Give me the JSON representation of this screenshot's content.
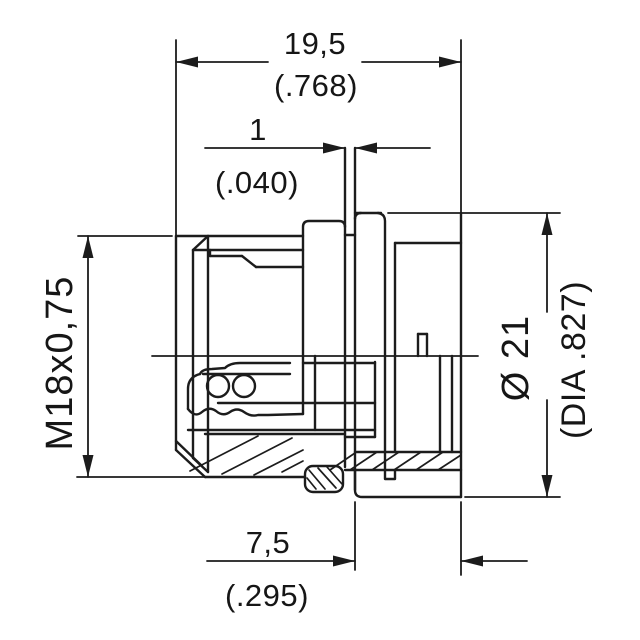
{
  "colors": {
    "ink": "#1c1c1c",
    "background": "#ffffff"
  },
  "dims": {
    "overall_mm": "19,5",
    "overall_in": "(.768)",
    "gap_mm": "1",
    "gap_in": "(.040)",
    "thread": "M18x0,75",
    "dia_mm": "Ø 21",
    "dia_in": "(DIA .827)",
    "mount_mm": "7,5",
    "mount_in": "(.295)"
  }
}
